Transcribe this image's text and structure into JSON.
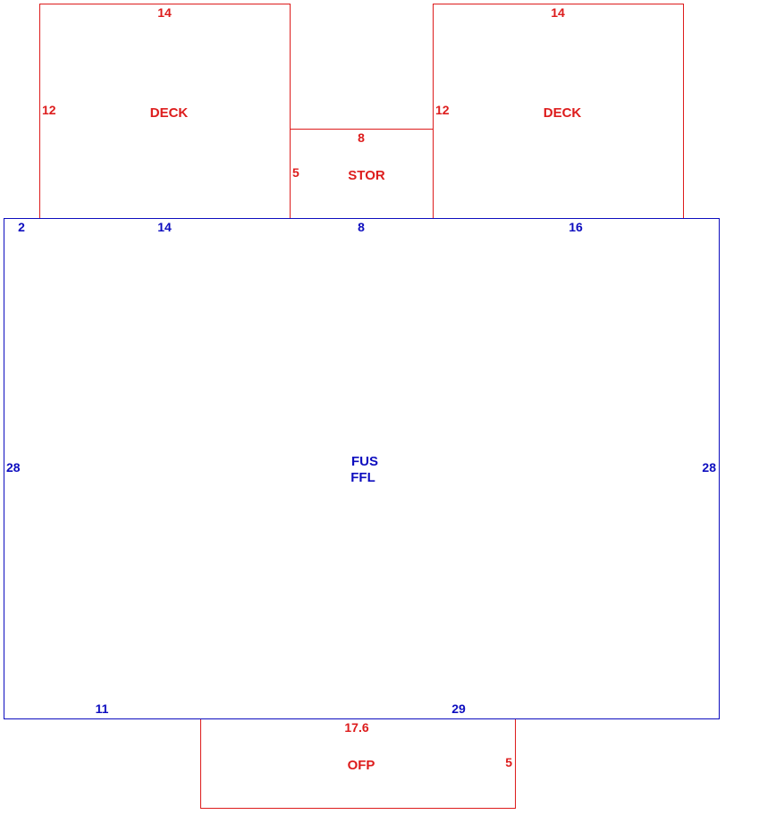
{
  "colors": {
    "accessory": "#dd1c1c",
    "main": "#0d0dbf",
    "background": "#ffffff"
  },
  "areas": {
    "deck_left": {
      "name": "DECK",
      "top_dim": "14",
      "side_dim": "12"
    },
    "deck_right": {
      "name": "DECK",
      "top_dim": "14",
      "side_dim": "12"
    },
    "storage": {
      "name": "STOR",
      "top_dim": "8",
      "side_dim": "5"
    },
    "main": {
      "name_line1": "FUS",
      "name_line2": "FFL",
      "top_dims": [
        "2",
        "14",
        "8",
        "16"
      ],
      "left_dim": "28",
      "right_dim": "28",
      "bottom_dims": [
        "11",
        "29"
      ]
    },
    "porch": {
      "name": "OFP",
      "top_dim": "17.6",
      "side_dim": "5"
    }
  }
}
